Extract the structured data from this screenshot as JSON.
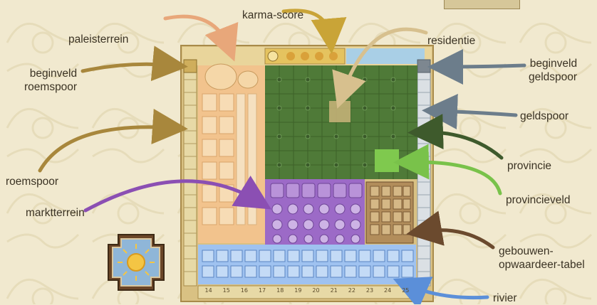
{
  "labels": {
    "paleisterrein": "paleisterrein",
    "karma_score": "karma-score",
    "residentie": "residentie",
    "beginveld_roemspoor_1": "beginveld",
    "beginveld_roemspoor_2": "roemspoor",
    "beginveld_geldspoor_1": "beginveld",
    "beginveld_geldspoor_2": "geldspoor",
    "geldspoor": "geldspoor",
    "provincie": "provincie",
    "roemspoor": "roemspoor",
    "provincieveld": "provincieveld",
    "marktterrein": "marktterrein",
    "gebouwen_1": "gebouwen-",
    "gebouwen_2": "opwaardeer-tabel",
    "rivier": "rivier"
  },
  "arrow_colors": {
    "paleisterrein": "#e8a77a",
    "karma_score": "#c9a437",
    "residentie": "#d7c08e",
    "beginveld_roemspoor": "#a8873c",
    "beginveld_geldspoor": "#6c7d8b",
    "geldspoor": "#6c7d8b",
    "provincie": "#3e5a2c",
    "roemspoor": "#a8873c",
    "provincieveld": "#79c24a",
    "marktterrein": "#8b4fb3",
    "gebouwen": "#6b4a2e",
    "rivier": "#5b8fd9"
  },
  "board_colors": {
    "palace": "#f2c38d",
    "province": "#4f7a38",
    "market": "#9c6ac7",
    "river": "#9fc2f0",
    "track": "#e8dcae",
    "upgrade": "#b28d5b"
  },
  "bottom_track_numbers": [
    "14",
    "15",
    "16",
    "17",
    "18",
    "19",
    "20",
    "21",
    "22",
    "23",
    "24",
    "25"
  ]
}
